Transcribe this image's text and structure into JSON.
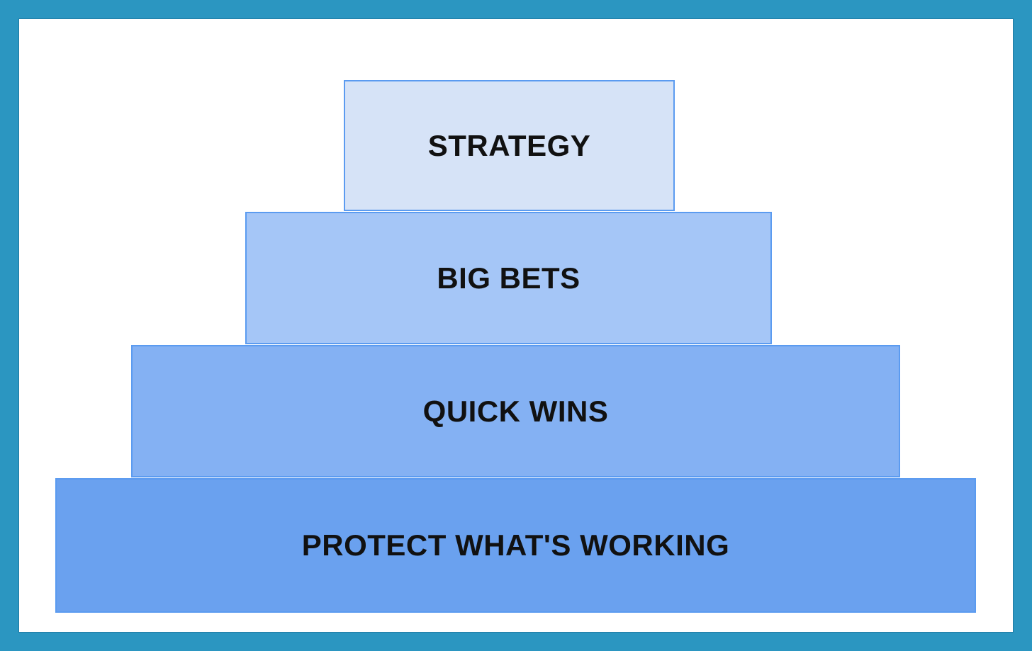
{
  "figure": {
    "type": "pyramid-diagram",
    "frame": {
      "border_color": "#2b96c1",
      "background_color": "#ffffff"
    },
    "tiers": [
      {
        "id": "strategy",
        "label": "STRATEGY",
        "level": 1,
        "fill_color": "#d6e3f7",
        "border_color": "#5b9bf0",
        "text_color": "#111111"
      },
      {
        "id": "big-bets",
        "label": "BIG BETS",
        "level": 2,
        "fill_color": "#a5c6f7",
        "border_color": "#5b9bf0",
        "text_color": "#111111"
      },
      {
        "id": "quick-wins",
        "label": "QUICK WINS",
        "level": 3,
        "fill_color": "#84b1f3",
        "border_color": "#5b9bf0",
        "text_color": "#111111"
      },
      {
        "id": "protect-whats-working",
        "label": "PROTECT WHAT'S WORKING",
        "level": 4,
        "fill_color": "#6aa1ef",
        "border_color": "#5b9bf0",
        "text_color": "#111111"
      }
    ]
  }
}
